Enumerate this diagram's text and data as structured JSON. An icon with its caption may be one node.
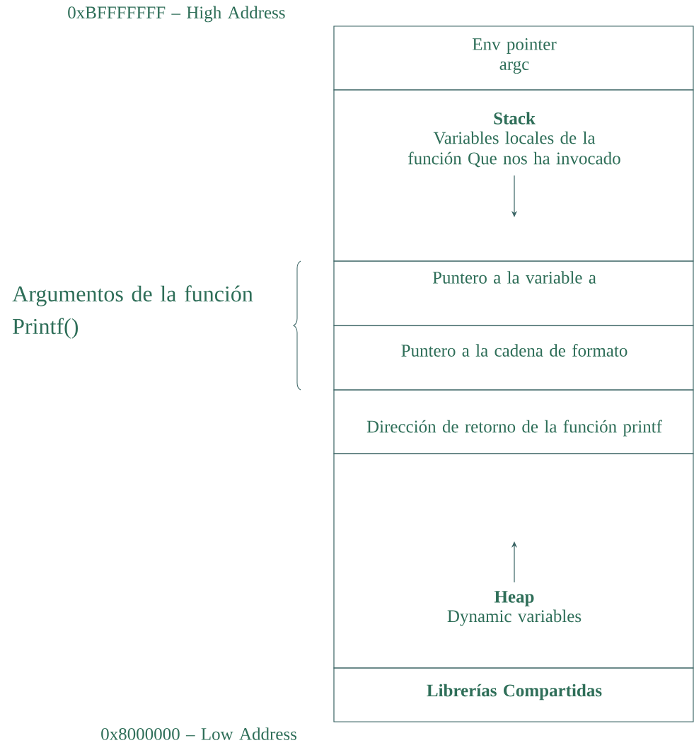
{
  "diagram": {
    "nodes": [
      {
        "text": [
          "Env pointer",
          "argc"
        ]
      },
      {
        "text": [
          "Stack",
          "Variables locales de la función Que nos ha invocado"
        ]
      },
      {
        "text": [
          "Puntero a la variable a"
        ]
      },
      {
        "text": [
          "Puntero a la cadena de formato"
        ]
      },
      {
        "text": [
          "Dirección de retorno de la función printf"
        ]
      },
      {
        "text": [
          "Heap",
          "Dynamic variables"
        ]
      },
      {
        "text": [
          "Librerías Compartidas"
        ]
      }
    ],
    "labels": [
      "0xBFFFFFFF – High Address",
      "Argumentos de la función Printf()",
      "0x8000000 – Low Address"
    ]
  }
}
